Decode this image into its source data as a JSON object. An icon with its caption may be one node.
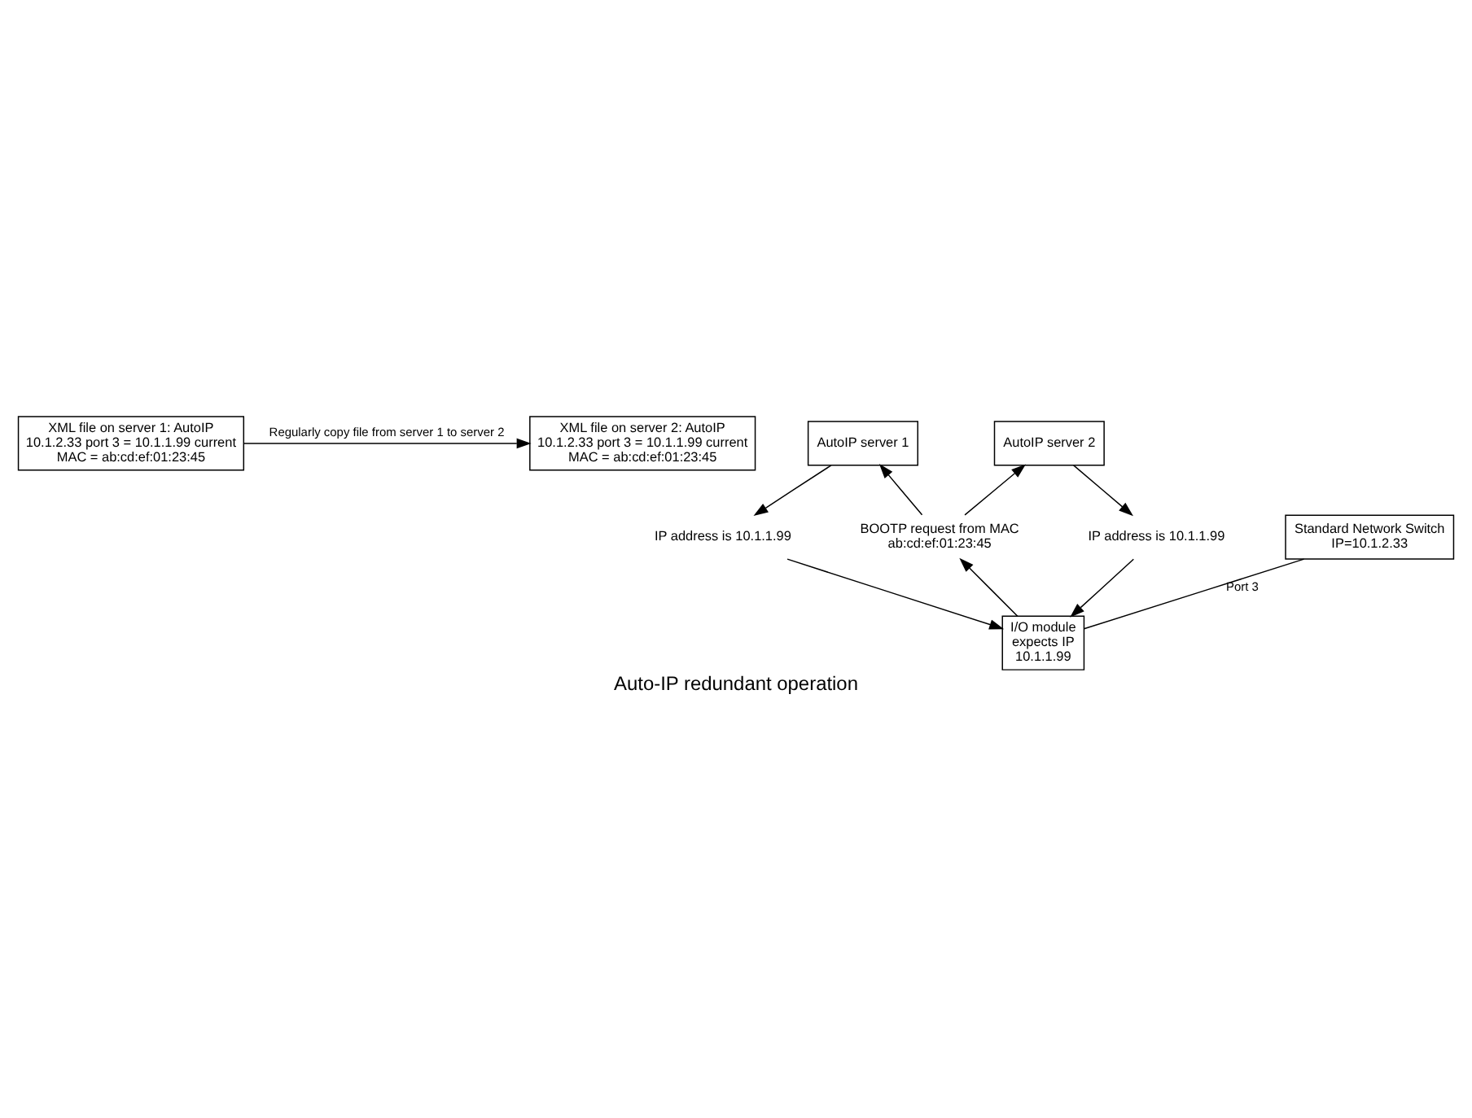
{
  "diagram": {
    "caption": "Auto-IP redundant operation",
    "nodes": [
      {
        "text": [
          "XML file on server 1: AutoIP 10.1.2.33 port 3 = 10.1.1.99 current MAC = ab:cd:ef:01:23:45"
        ]
      },
      {
        "text": [
          "XML file on server 2: AutoIP 10.1.2.33 port 3 = 10.1.1.99 current MAC = ab:cd:ef:01:23:45"
        ]
      },
      {
        "text": [
          "AutoIP server 1"
        ]
      },
      {
        "text": [
          "AutoIP server 2"
        ]
      },
      {
        "text": [
          "IP address is 10.1.1.99"
        ]
      },
      {
        "text": [
          "BOOTP request from MAC ab:cd:ef:01:23:45"
        ]
      },
      {
        "text": [
          "IP address is 10.1.1.99"
        ]
      },
      {
        "text": [
          "Standard Network Switch IP=10.1.2.33"
        ]
      },
      {
        "text": [
          "I/O module expects IP 10.1.1.99"
        ]
      }
    ],
    "edges": [
      {
        "from": 0,
        "to": 1,
        "arrow": "to",
        "label": "Regularly copy file from server 1 to server 2"
      },
      {
        "from": 2,
        "to": 4,
        "arrow": "to"
      },
      {
        "from": 5,
        "to": 2,
        "arrow": "to"
      },
      {
        "from": 5,
        "to": 3,
        "arrow": "to"
      },
      {
        "from": 3,
        "to": 6,
        "arrow": "to"
      },
      {
        "from": 4,
        "to": 8,
        "arrow": "to"
      },
      {
        "from": 8,
        "to": 5,
        "arrow": "to"
      },
      {
        "from": 6,
        "to": 8,
        "arrow": "to"
      },
      {
        "from": 7,
        "to": 8,
        "arrow": "none",
        "label": "Port 3"
      }
    ]
  }
}
